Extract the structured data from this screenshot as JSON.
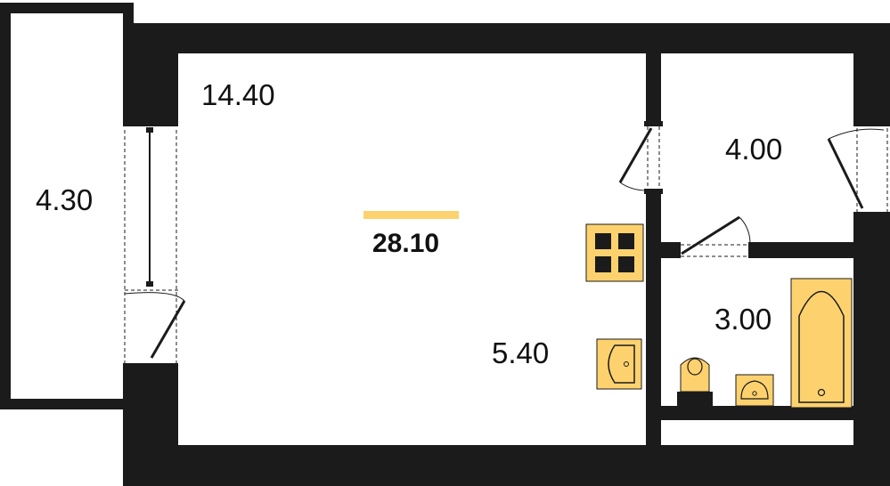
{
  "plan": {
    "total_area": "28.10",
    "rooms": [
      {
        "id": "balcony",
        "area": "4.30"
      },
      {
        "id": "living-room",
        "area": "14.40"
      },
      {
        "id": "kitchen",
        "area": "5.40"
      },
      {
        "id": "hallway",
        "area": "4.00"
      },
      {
        "id": "bathroom",
        "area": "3.00"
      }
    ]
  },
  "colors": {
    "wall": "#1b1b1b",
    "fixture": "#fdd26e",
    "accent": "#fdd26e",
    "text": "#111111"
  }
}
